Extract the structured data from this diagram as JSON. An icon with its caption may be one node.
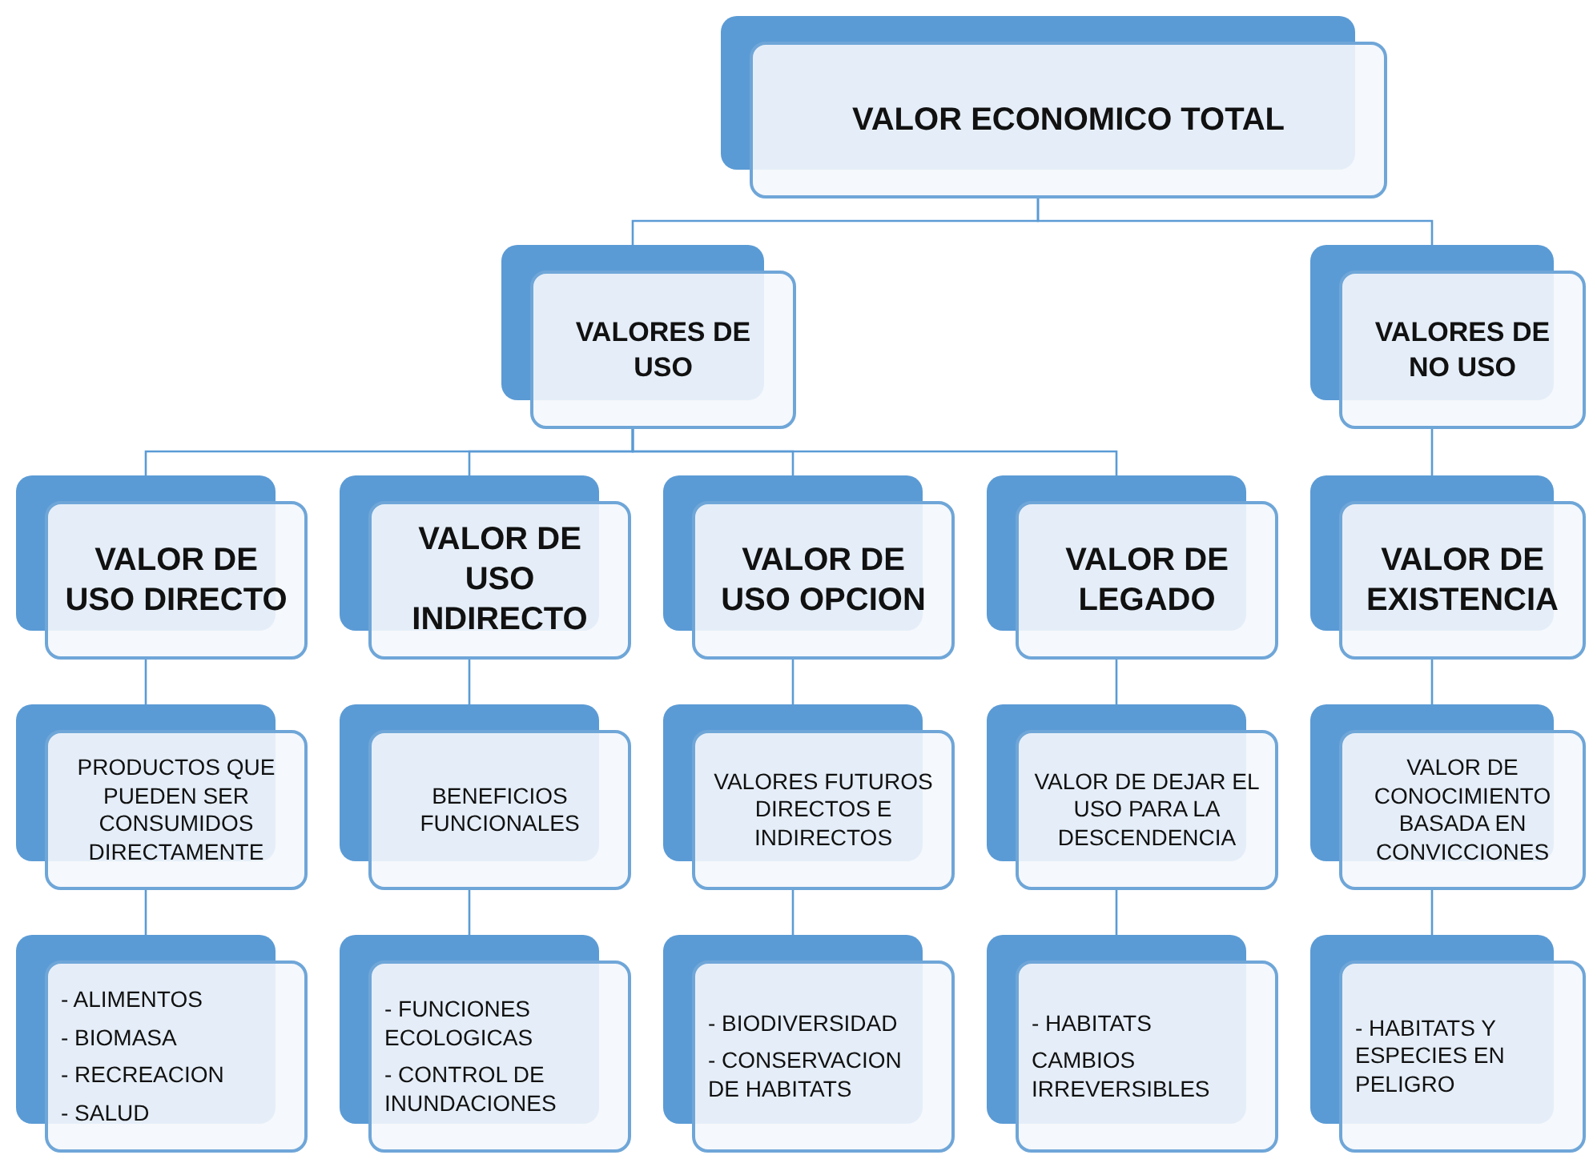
{
  "diagram": {
    "nodes": [
      {
        "text": [
          "VALOR ECONOMICO TOTAL"
        ]
      },
      {
        "text": [
          "VALORES DE USO"
        ]
      },
      {
        "text": [
          "VALORES DE NO USO"
        ]
      },
      {
        "text": [
          "VALOR DE USO DIRECTO"
        ]
      },
      {
        "text": [
          "VALOR DE USO INDIRECTO"
        ]
      },
      {
        "text": [
          "VALOR DE USO OPCION"
        ]
      },
      {
        "text": [
          "VALOR DE LEGADO"
        ]
      },
      {
        "text": [
          "VALOR DE EXISTENCIA"
        ]
      },
      {
        "text": [
          "PRODUCTOS QUE PUEDEN SER CONSUMIDOS DIRECTAMENTE"
        ]
      },
      {
        "text": [
          "BENEFICIOS FUNCIONALES"
        ]
      },
      {
        "text": [
          "VALORES FUTUROS DIRECTOS E INDIRECTOS"
        ]
      },
      {
        "text": [
          "VALOR DE DEJAR EL USO PARA LA DESCENDENCIA"
        ]
      },
      {
        "text": [
          "VALOR DE CONOCIMIENTO BASADA EN CONVICCIONES"
        ]
      },
      {
        "text": [
          "- ALIMENTOS",
          "- BIOMASA",
          "- RECREACION",
          "- SALUD"
        ]
      },
      {
        "text": [
          "- FUNCIONES ECOLOGICAS",
          "- CONTROL DE INUNDACIONES"
        ]
      },
      {
        "text": [
          "- BIODIVERSIDAD",
          "- CONSERVACION DE HABITATS"
        ]
      },
      {
        "text": [
          "- HABITATS",
          "CAMBIOS IRREVERSIBLES"
        ]
      },
      {
        "text": [
          "- HABITATS Y ESPECIES EN PELIGRO"
        ]
      }
    ],
    "edges": [
      {
        "from": 0,
        "to": 1,
        "arrow": "none"
      },
      {
        "from": 0,
        "to": 2,
        "arrow": "none"
      },
      {
        "from": 1,
        "to": 3,
        "arrow": "none"
      },
      {
        "from": 1,
        "to": 4,
        "arrow": "none"
      },
      {
        "from": 1,
        "to": 5,
        "arrow": "none"
      },
      {
        "from": 1,
        "to": 6,
        "arrow": "none"
      },
      {
        "from": 2,
        "to": 7,
        "arrow": "none"
      },
      {
        "from": 3,
        "to": 8,
        "arrow": "none"
      },
      {
        "from": 4,
        "to": 9,
        "arrow": "none"
      },
      {
        "from": 5,
        "to": 10,
        "arrow": "none"
      },
      {
        "from": 6,
        "to": 11,
        "arrow": "none"
      },
      {
        "from": 7,
        "to": 12,
        "arrow": "none"
      },
      {
        "from": 8,
        "to": 13,
        "arrow": "none"
      },
      {
        "from": 9,
        "to": 14,
        "arrow": "none"
      },
      {
        "from": 10,
        "to": 15,
        "arrow": "none"
      },
      {
        "from": 11,
        "to": 16,
        "arrow": "none"
      },
      {
        "from": 12,
        "to": 17,
        "arrow": "none"
      }
    ]
  }
}
